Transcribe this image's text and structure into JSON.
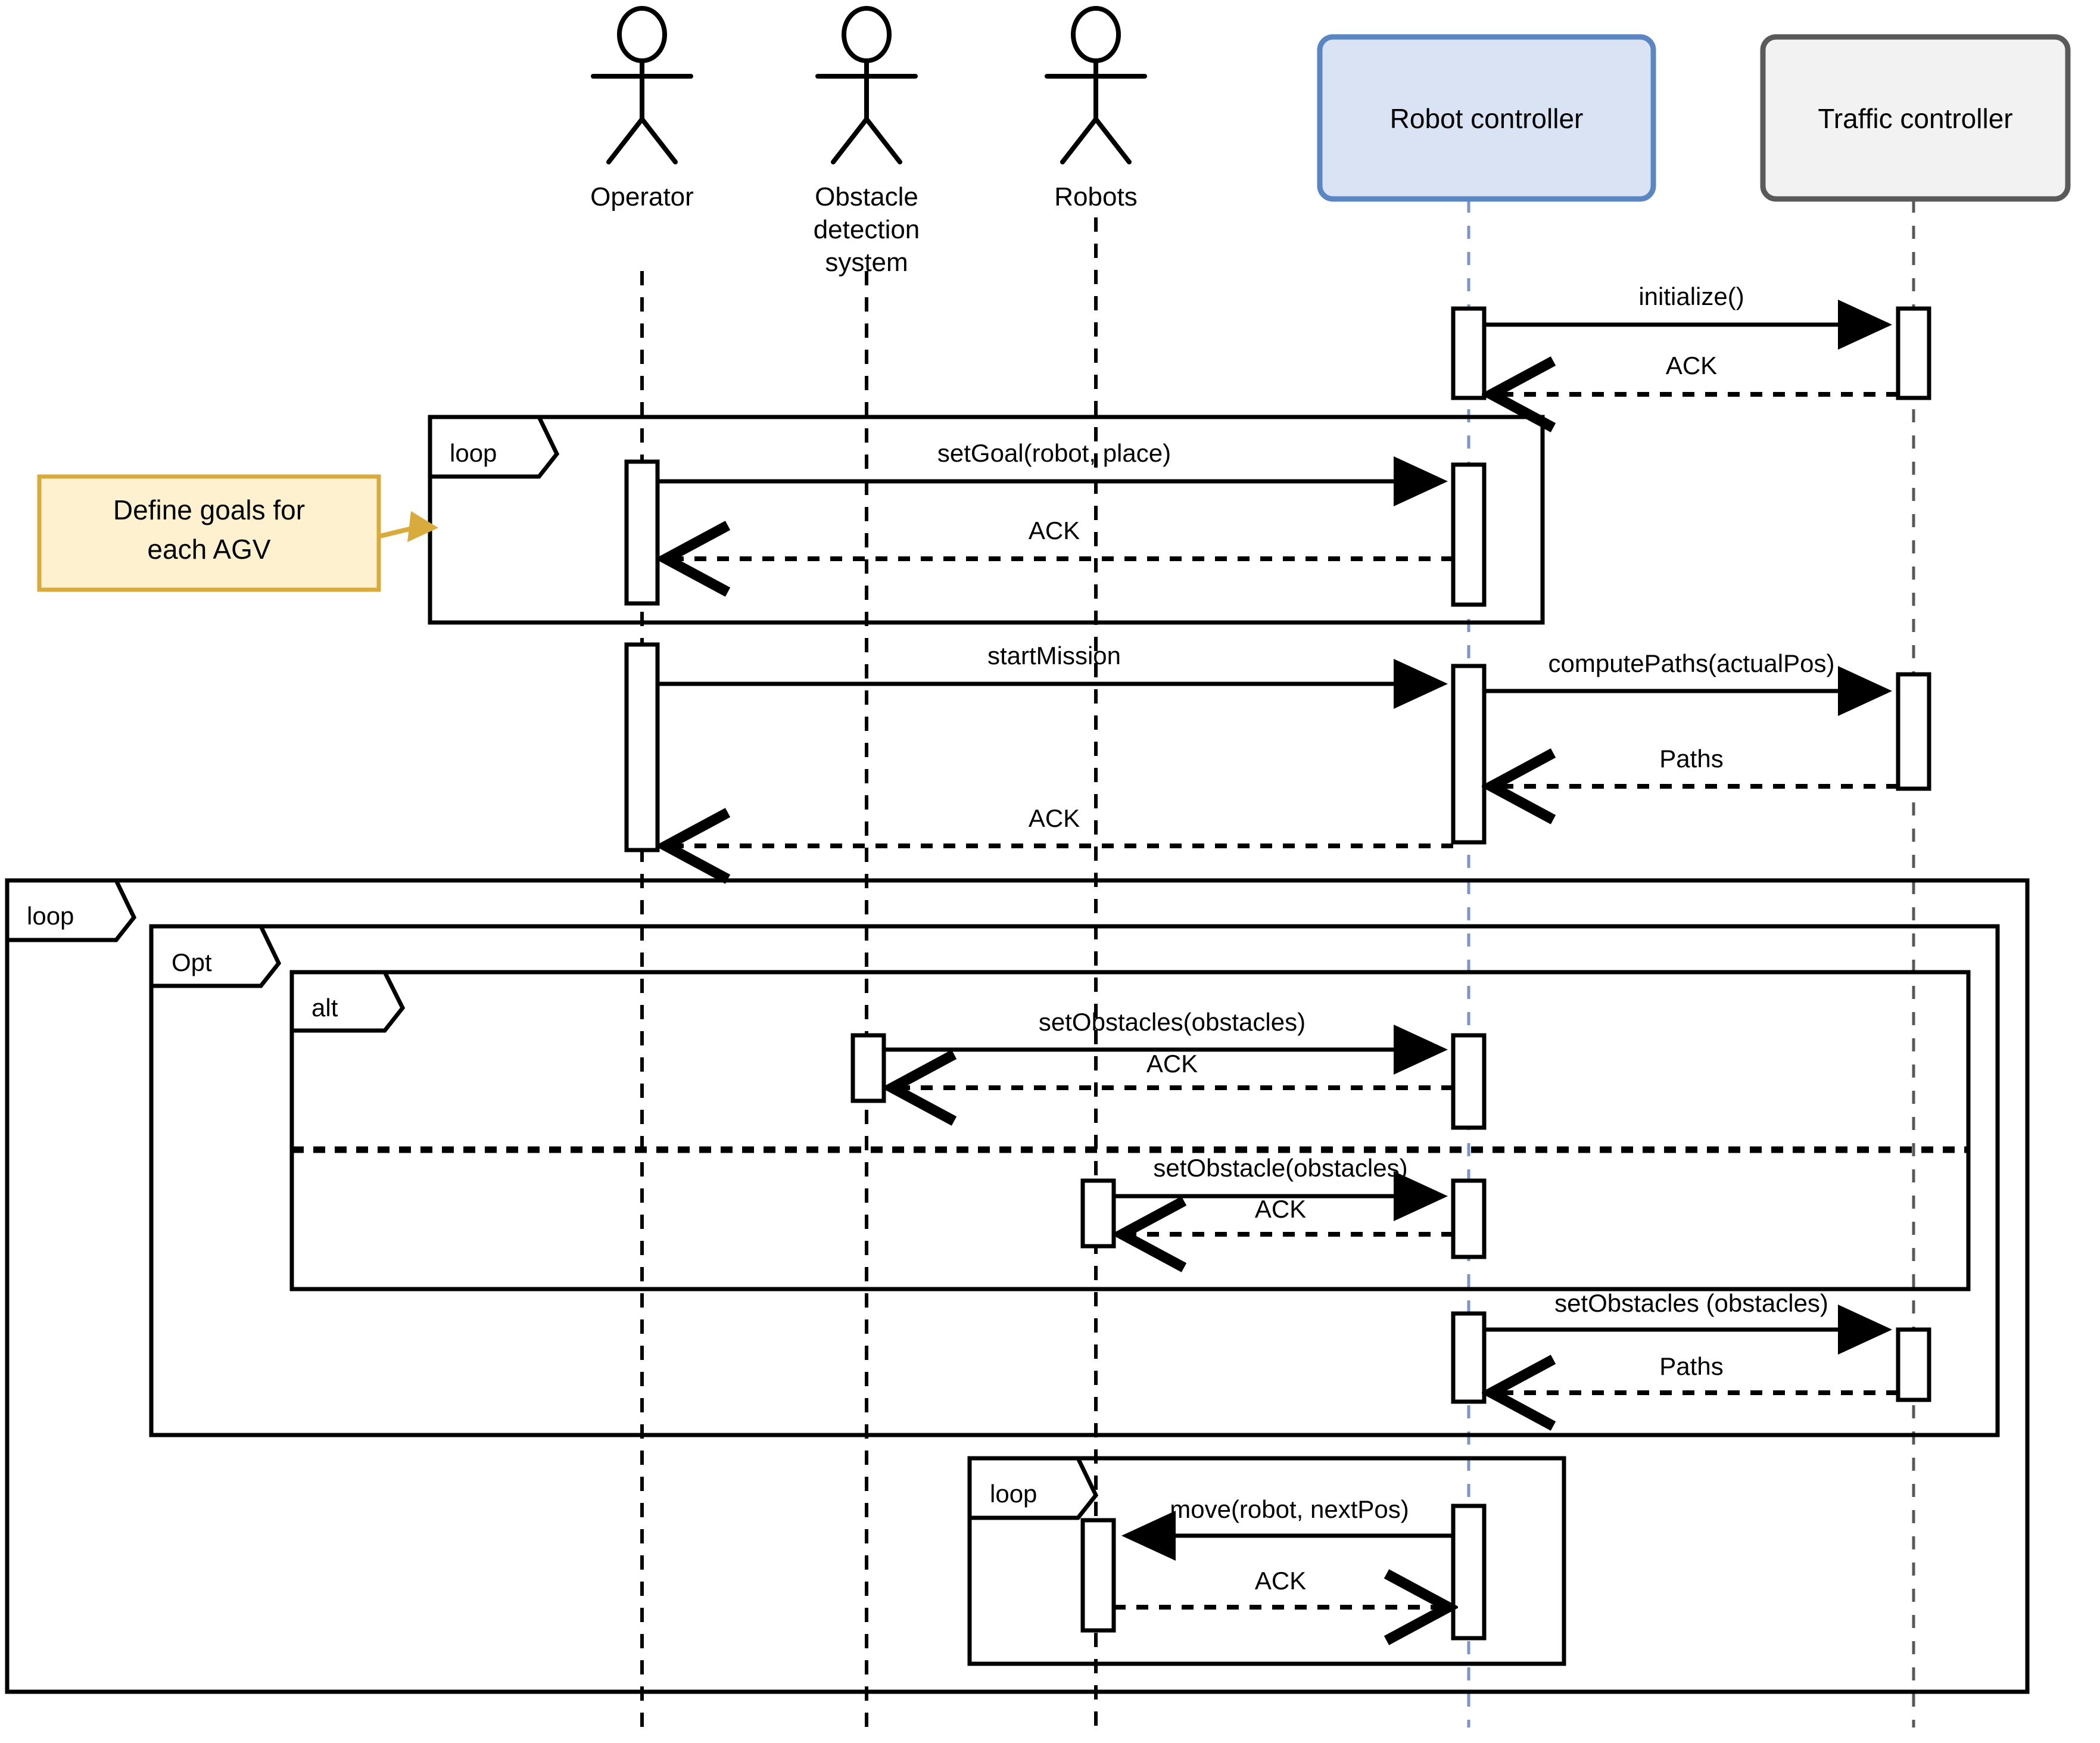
{
  "diagram": {
    "title": "AGV mission sequence diagram",
    "type": "uml-sequence-diagram"
  },
  "colors": {
    "robot_controller_fill": "#dae3f3",
    "robot_controller_border": "#5b86c4",
    "robot_controller_lifeline": "#7a96c8",
    "traffic_controller_fill": "#f2f2f2",
    "traffic_controller_border": "#5a5a5a",
    "traffic_controller_lifeline": "#595959",
    "note_fill": "#fdf1cf",
    "note_border": "#d9ab3c",
    "line": "#000000",
    "background": "#ffffff"
  },
  "participants": {
    "actors": [
      {
        "id": "operator",
        "label": "Operator",
        "icon": "stick-figure-actor-icon"
      },
      {
        "id": "obstacle-detection-system",
        "label_line1": "Obstacle",
        "label_line2": "detection",
        "label_line3": "system",
        "icon": "stick-figure-actor-icon"
      },
      {
        "id": "robots",
        "label": "Robots",
        "icon": "stick-figure-actor-icon"
      }
    ],
    "boxes": [
      {
        "id": "robot-controller",
        "label": "Robot controller"
      },
      {
        "id": "traffic-controller",
        "label": "Traffic controller"
      }
    ]
  },
  "messages": {
    "initialize": "initialize()",
    "ack": "ACK",
    "set_goal": "setGoal(robot, place)",
    "start_mission": "startMission",
    "compute_paths": "computePaths(actualPos)",
    "paths": "Paths",
    "set_obstacles_plural": "setObstacles(obstacles)",
    "set_obstacle_singular": "setObstacle(obstacles)",
    "set_obstacles_spaced": "setObstacles (obstacles)",
    "move": "move(robot, nextPos)"
  },
  "fragments": {
    "loop_goals": "loop",
    "loop_outer": "loop",
    "opt": "Opt",
    "alt": "alt",
    "loop_move": "loop"
  },
  "note": {
    "line1": "Define goals for",
    "line2": "each AGV"
  }
}
